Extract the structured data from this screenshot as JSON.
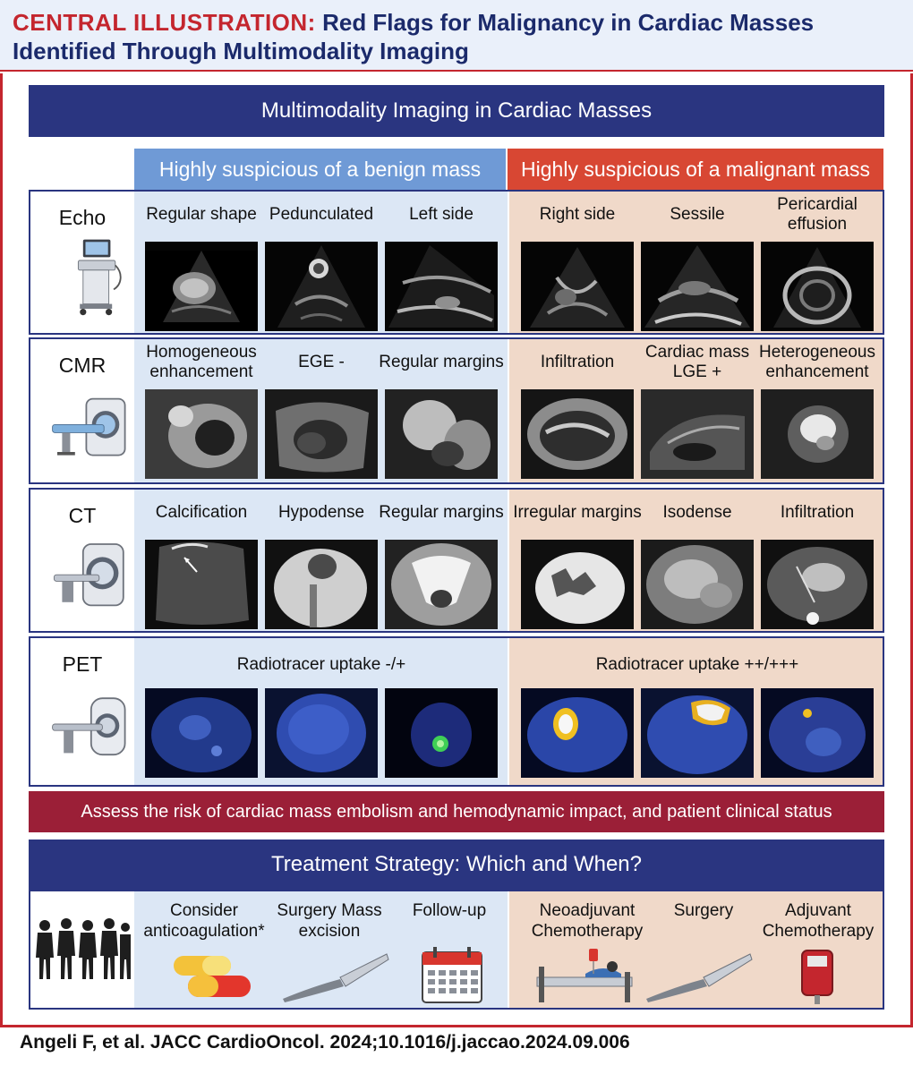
{
  "header": {
    "tag": "CENTRAL ILLUSTRATION:",
    "title_line1": "Red Flags for Malignancy in Cardiac Masses",
    "title_line2": "Identified Through Multimodality Imaging"
  },
  "main_title": "Multimodality Imaging in Cardiac Masses",
  "columns": {
    "benign": "Highly suspicious of a benign mass",
    "malignant": "Highly suspicious of a malignant mass"
  },
  "rows": [
    {
      "modality": "Echo",
      "benign": [
        "Regular shape",
        "Pedunculated",
        "Left side"
      ],
      "malignant": [
        "Right side",
        "Sessile",
        "Pericardial effusion"
      ]
    },
    {
      "modality": "CMR",
      "benign": [
        "Homogeneous enhancement",
        "EGE -",
        "Regular margins"
      ],
      "malignant": [
        "Infiltration",
        "Cardiac mass LGE +",
        "Heterogeneous enhancement"
      ]
    },
    {
      "modality": "CT",
      "benign": [
        "Calcification",
        "Hypodense",
        "Regular margins"
      ],
      "malignant": [
        "Irregular margins",
        "Isodense",
        "Infiltration"
      ]
    },
    {
      "modality": "PET",
      "benign_span": "Radiotracer uptake -/+",
      "malignant_span": "Radiotracer uptake ++/+++"
    }
  ],
  "assess": "Assess the risk of cardiac mass embolism and hemodynamic impact, and patient clinical status",
  "treatment": {
    "title": "Treatment Strategy: Which and When?",
    "benign": [
      "Consider anticoagulation*",
      "Surgery Mass excision",
      "Follow-up"
    ],
    "malignant": [
      "Neoadjuvant Chemotherapy",
      "Surgery",
      "Adjuvant Chemotherapy"
    ]
  },
  "citation": "Angeli F, et al. JACC CardioOncol. 2024;10.1016/j.jaccao.2024.09.006",
  "colors": {
    "header_red": "#c4262e",
    "navy": "#2a3580",
    "benign_blue": "#6f9ad6",
    "malignant_red": "#d84733",
    "benign_bg": "#dce7f5",
    "malignant_bg": "#f0d9c9",
    "assess_bar": "#9b1f37"
  }
}
